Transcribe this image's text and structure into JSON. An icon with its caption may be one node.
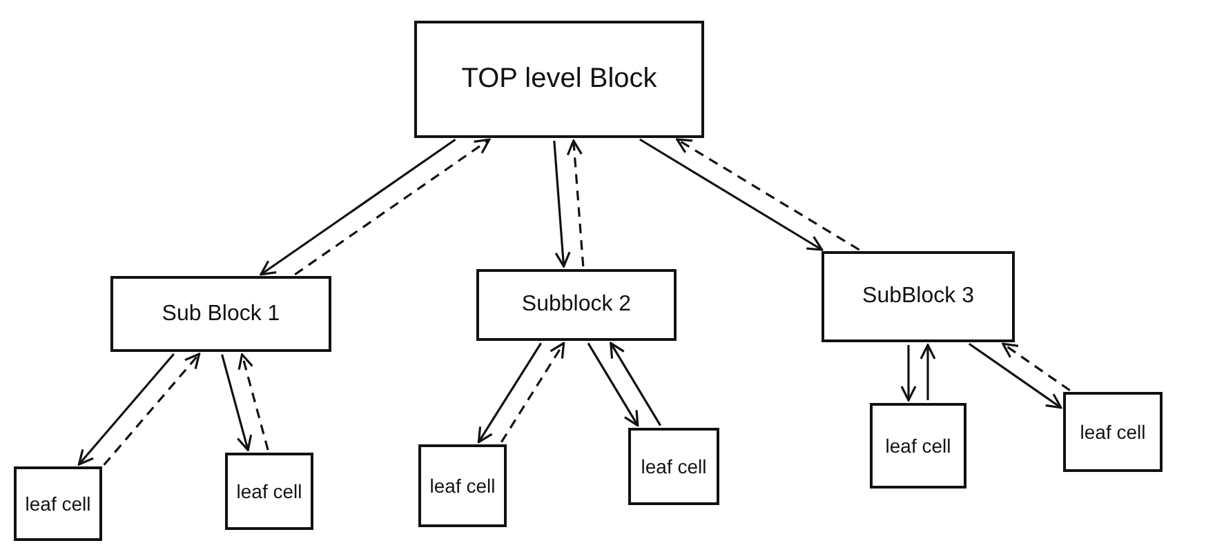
{
  "diagram": {
    "nodes": [
      {
        "text": [
          "TOP level Block"
        ]
      },
      {
        "text": [
          "Sub Block 1"
        ]
      },
      {
        "text": [
          "Subblock 2"
        ]
      },
      {
        "text": [
          "SubBlock 3"
        ]
      },
      {
        "text": [
          "leaf cell"
        ]
      },
      {
        "text": [
          "leaf cell"
        ]
      },
      {
        "text": [
          "leaf cell"
        ]
      },
      {
        "text": [
          "leaf cell"
        ]
      },
      {
        "text": [
          "leaf cell"
        ]
      },
      {
        "text": [
          "leaf cell"
        ]
      }
    ],
    "edges": [
      {
        "from": 0,
        "to": 1,
        "arrow": "to"
      },
      {
        "from": 1,
        "to": 0,
        "arrow": "to",
        "style": "dashed"
      },
      {
        "from": 0,
        "to": 2,
        "arrow": "to"
      },
      {
        "from": 2,
        "to": 0,
        "arrow": "to",
        "style": "dashed"
      },
      {
        "from": 0,
        "to": 3,
        "arrow": "to"
      },
      {
        "from": 3,
        "to": 0,
        "arrow": "to",
        "style": "dashed"
      },
      {
        "from": 1,
        "to": 4,
        "arrow": "to"
      },
      {
        "from": 4,
        "to": 1,
        "arrow": "to",
        "style": "dashed"
      },
      {
        "from": 1,
        "to": 5,
        "arrow": "to"
      },
      {
        "from": 5,
        "to": 1,
        "arrow": "to",
        "style": "dashed"
      },
      {
        "from": 2,
        "to": 6,
        "arrow": "to"
      },
      {
        "from": 6,
        "to": 2,
        "arrow": "to",
        "style": "dashed"
      },
      {
        "from": 2,
        "to": 7,
        "arrow": "to"
      },
      {
        "from": 7,
        "to": 2,
        "arrow": "to"
      },
      {
        "from": 3,
        "to": 8,
        "arrow": "to"
      },
      {
        "from": 8,
        "to": 3,
        "arrow": "to"
      },
      {
        "from": 3,
        "to": 9,
        "arrow": "to"
      },
      {
        "from": 9,
        "to": 3,
        "arrow": "to",
        "style": "dashed"
      }
    ]
  }
}
